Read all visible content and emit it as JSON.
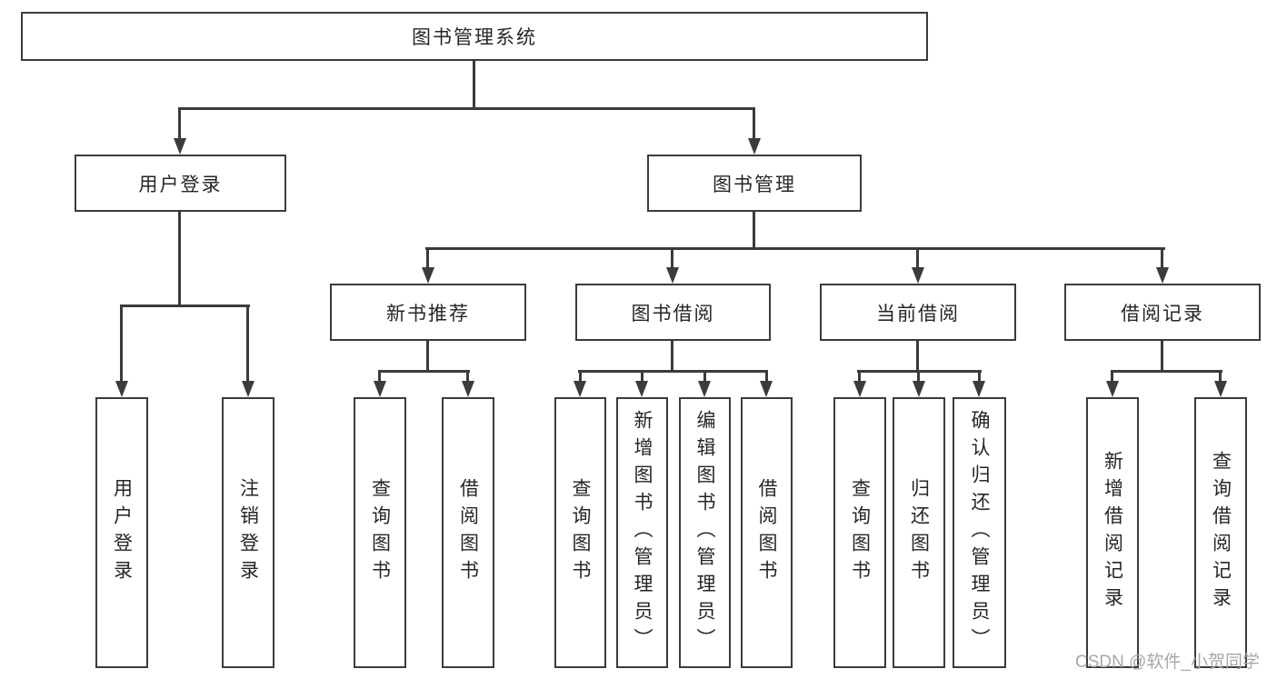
{
  "nodes": {
    "root": "图书管理系统",
    "user": "用户登录",
    "mgmt": "图书管理",
    "recommend": "新书推荐",
    "borrow": "图书借阅",
    "current": "当前借阅",
    "records": "借阅记录",
    "user_children": [
      "用户登录",
      "注销登录"
    ],
    "recommend_children": [
      "查询图书",
      "借阅图书"
    ],
    "borrow_children": [
      "查询图书",
      "新增图书（管理员）",
      "编辑图书（管理员）",
      "借阅图书"
    ],
    "current_children": [
      "查询图书",
      "归还图书",
      "确认归还（管理员）"
    ],
    "records_children": [
      "新增借阅记录",
      "查询借阅记录"
    ]
  },
  "watermark": "CSDN @软件_小贺同学",
  "colors": {
    "line": "#3b3b3b",
    "text": "#262626",
    "watermark": "#a7a7b0",
    "background": "#ffffff"
  }
}
